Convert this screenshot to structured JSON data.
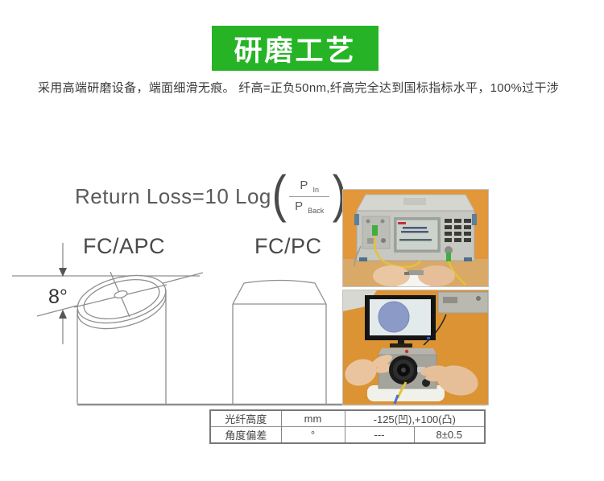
{
  "banner": {
    "title": "研磨工艺"
  },
  "intro": {
    "text": "采用高端研磨设备，端面细滑无痕。 纤高=正负50nm,纤高完全达到国标指标水平，100%过干涉"
  },
  "formula": {
    "prefix": "Return Loss=10 Log",
    "open_paren": "(",
    "close_paren": ")",
    "p_in": {
      "base": "P",
      "sub": "In"
    },
    "p_back": {
      "base": "P",
      "sub": "Back"
    }
  },
  "diagram": {
    "left_label": "FC/APC",
    "right_label": "FC/PC",
    "angle_label": "8°"
  },
  "table": {
    "rows": [
      {
        "label": "光纤高度",
        "unit": "mm",
        "value": "-125(凹),+100(凸)"
      },
      {
        "label": "角度偏差",
        "unit": "°",
        "value_a": "---",
        "value_b": "8±0.5"
      }
    ]
  },
  "colors": {
    "banner_green": "#26b426",
    "line_gray": "#8f8f8f",
    "text_dark": "#3c3c3c"
  }
}
